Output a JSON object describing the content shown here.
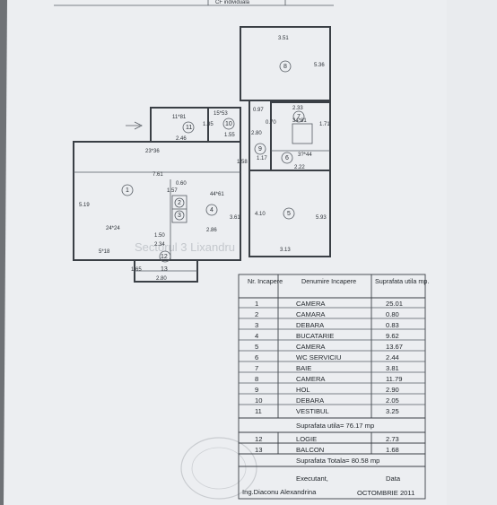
{
  "header": {
    "left_text": "",
    "right_text": "CF individuala"
  },
  "plan": {
    "rooms": [
      {
        "id": "1",
        "area": "24*24"
      },
      {
        "id": "2",
        "area": ""
      },
      {
        "id": "3",
        "area": ""
      },
      {
        "id": "4",
        "area": "44*61"
      },
      {
        "id": "5",
        "area": ""
      },
      {
        "id": "6",
        "area": "3?*44"
      },
      {
        "id": "7",
        "area": "34*81"
      },
      {
        "id": "8",
        "area": ""
      },
      {
        "id": "9",
        "area": ""
      },
      {
        "id": "10",
        "area": "15*53"
      },
      {
        "id": "11",
        "area": "11*81"
      },
      {
        "id": "12",
        "area": ""
      },
      {
        "id": "13",
        "area": ""
      }
    ],
    "dimensions": [
      "3.51",
      "5.36",
      "0.97",
      "2.33",
      "0.70",
      "2.80",
      "2.46",
      "1.35",
      "1.55",
      "23*36",
      "7.61",
      "5.19",
      "0.60",
      "1.57",
      "2.86",
      "3.61",
      "4.10",
      "5.93",
      "1.58",
      "2.22",
      "3.13",
      "1.17",
      "2.34",
      "5*18",
      "1.50",
      "1.65",
      "2.80",
      "1.71"
    ],
    "watermark": "Sectorul 3 Lixandru"
  },
  "table": {
    "headers": {
      "nr": "Nr. Incapere",
      "name": "Denumire Incapere",
      "area": "Suprafata utila mp."
    },
    "rows": [
      {
        "nr": "1",
        "name": "CAMERA",
        "area": "25.01"
      },
      {
        "nr": "2",
        "name": "CAMARA",
        "area": "0.80"
      },
      {
        "nr": "3",
        "name": "DEBARA",
        "area": "0.83"
      },
      {
        "nr": "4",
        "name": "BUCATARIE",
        "area": "9.62"
      },
      {
        "nr": "5",
        "name": "CAMERA",
        "area": "13.67"
      },
      {
        "nr": "6",
        "name": "WC SERVICIU",
        "area": "2.44"
      },
      {
        "nr": "7",
        "name": "BAIE",
        "area": "3.81"
      },
      {
        "nr": "8",
        "name": "CAMERA",
        "area": "11.79"
      },
      {
        "nr": "9",
        "name": "HOL",
        "area": "2.90"
      },
      {
        "nr": "10",
        "name": "DEBARA",
        "area": "2.05"
      },
      {
        "nr": "11",
        "name": "VESTIBUL",
        "area": "3.25"
      }
    ],
    "subtotal": "Suprafata utila= 76.17 mp",
    "extra_rows": [
      {
        "nr": "12",
        "name": "LOGIE",
        "area": "2.73"
      },
      {
        "nr": "13",
        "name": "BALCON",
        "area": "1.68"
      }
    ],
    "total": "Suprafata Totala= 80.58 mp",
    "footer": {
      "executant_label": "Executant,",
      "executant_name": "Ing.Diaconu Alexandrina",
      "data_label": "Data",
      "data_value": "OCTOMBRIE 2011"
    }
  }
}
